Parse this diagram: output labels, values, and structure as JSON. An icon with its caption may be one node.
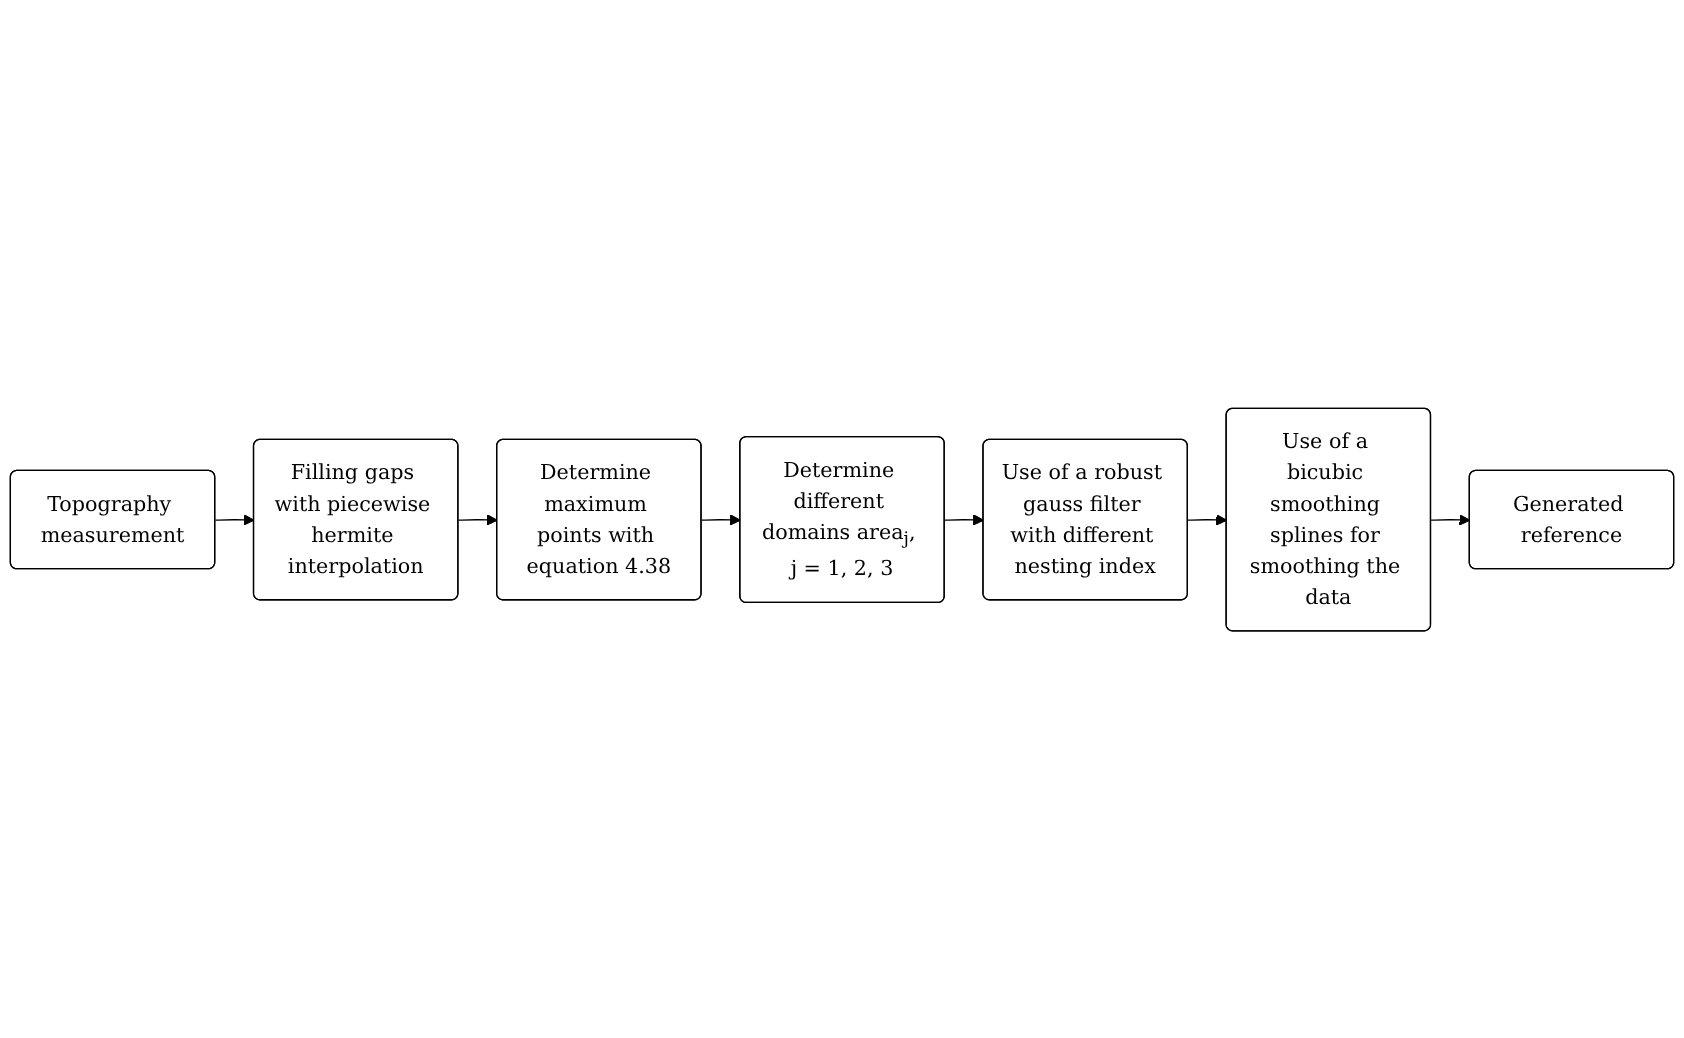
{
  "diagram": {
    "nodes": [
      {
        "text": [
          "Topography measurement"
        ]
      },
      {
        "text": [
          "Filling gaps with piecewise hermite interpolation"
        ]
      },
      {
        "text": [
          "Determine maximum points with equation 4.38"
        ]
      },
      {
        "text": [
          "Determine different domains area$_{j}$, j = 1, 2, 3"
        ]
      },
      {
        "text": [
          "Use of a robust gauss filter with different nesting index"
        ]
      },
      {
        "text": [
          "Use of a bicubic smoothing splines for smoothing the data"
        ]
      },
      {
        "text": [
          "Generated reference"
        ]
      }
    ],
    "edges": [
      {
        "from": 0,
        "to": 1,
        "arrow": "to"
      },
      {
        "from": 1,
        "to": 2,
        "arrow": "to"
      },
      {
        "from": 2,
        "to": 3,
        "arrow": "to"
      },
      {
        "from": 3,
        "to": 4,
        "arrow": "to"
      },
      {
        "from": 4,
        "to": 5,
        "arrow": "to"
      },
      {
        "from": 5,
        "to": 6,
        "arrow": "to"
      }
    ]
  }
}
